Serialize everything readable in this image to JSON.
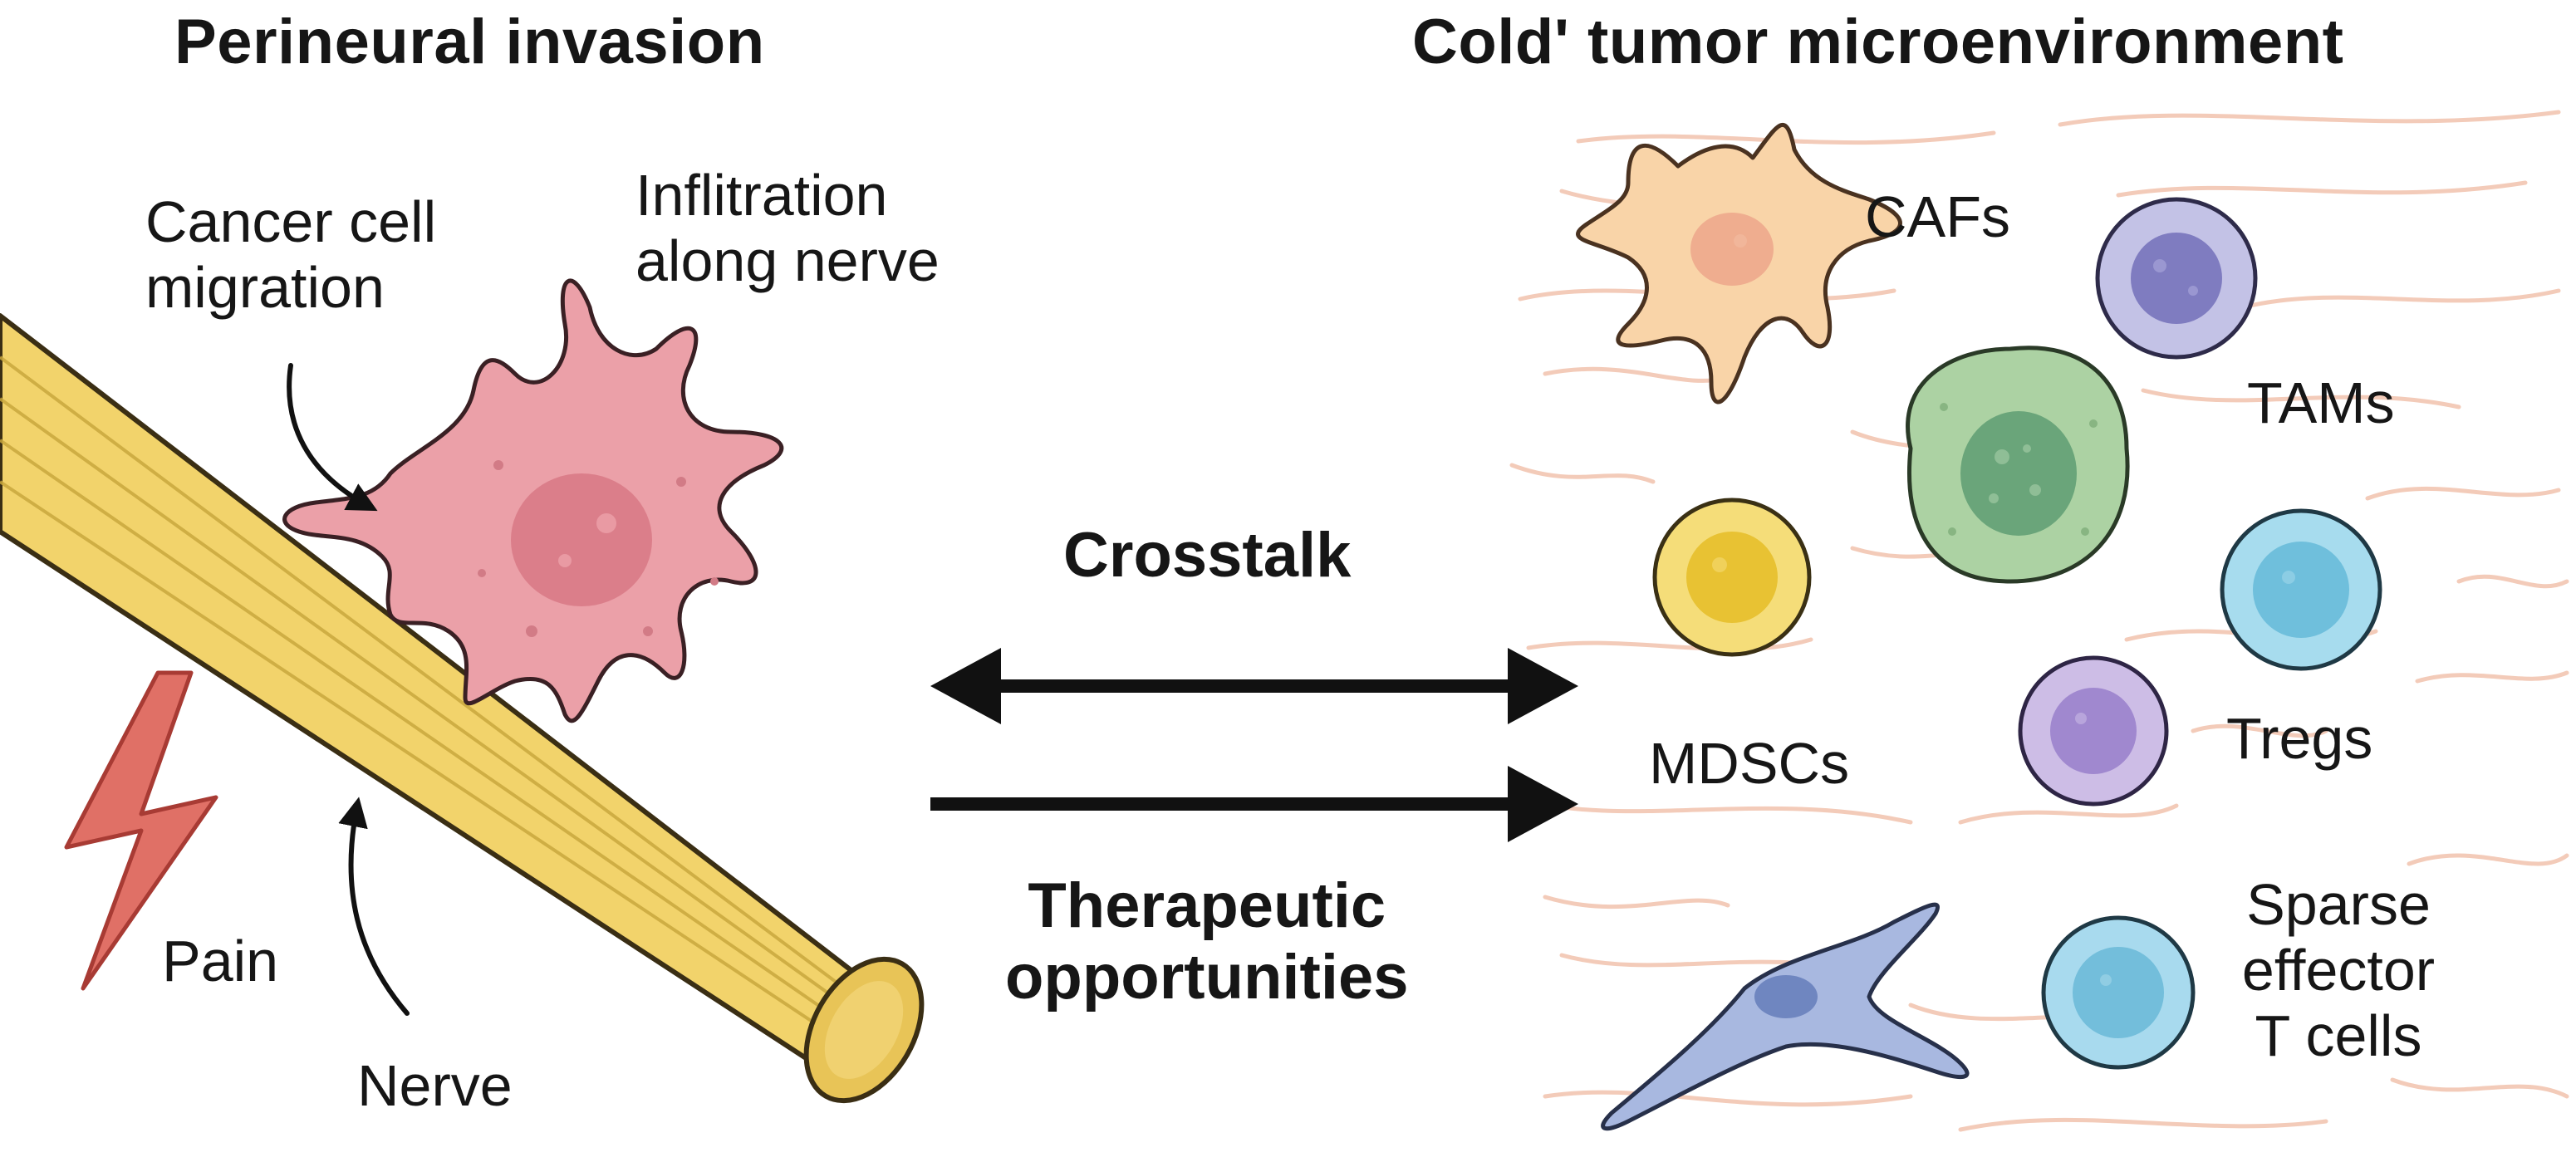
{
  "titles": {
    "left": "Perineural invasion",
    "right": "Cold' tumor microenvironment"
  },
  "left_panel": {
    "cancer_cell_label": [
      "Cancer cell",
      "migration"
    ],
    "infiltration_label": [
      "Inflitration",
      "along nerve"
    ],
    "pain_label": "Pain",
    "nerve_label": "Nerve"
  },
  "middle": {
    "crosstalk_label": "Crosstalk",
    "therapeutic_label": [
      "Therapeutic",
      "opportunities"
    ]
  },
  "right_panel": {
    "cafs_label": "CAFs",
    "tams_label": "TAMs",
    "mdscs_label": "MDSCs",
    "tregs_label": "Tregs",
    "effector_label": [
      "Sparse",
      "effector",
      "T cells"
    ]
  },
  "colors": {
    "nerve": "#f2d36b",
    "cancer_cell": "#eba0a8",
    "pain_bolt": "#d9534f",
    "caf": "#f9d4a8",
    "tam": "#a9a8d8",
    "large_cell": "#a9cfa0",
    "mdsc": "#f3d35c",
    "treg_blue": "#8fd0e6",
    "treg_purple": "#b6a3d8",
    "fibroblast": "#9fb1dc",
    "fibers": "#f1c2ad",
    "arrows": "#111111"
  },
  "icons": {
    "nerve": "nerve-fiber-icon",
    "cancer_cell": "cancer-cell-icon",
    "pain": "lightning-bolt-icon",
    "caf": "caf-cell-icon",
    "double_arrow": "double-arrow-icon",
    "right_arrow": "right-arrow-icon"
  }
}
